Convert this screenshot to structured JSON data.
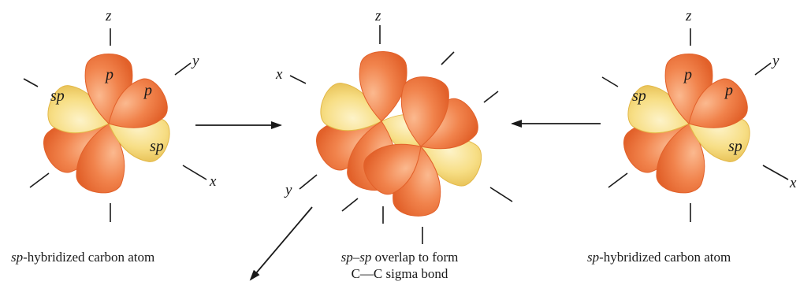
{
  "colors": {
    "p_orbital": "#ef7a43",
    "p_orbital_edge": "#e2612a",
    "p_orbital_light": "#fbb98f",
    "sp_orbital": "#f6db7e",
    "sp_orbital_edge": "#e3b847",
    "sp_orbital_light": "#fdf3c9",
    "axis": "#1a1a1a",
    "background": "#ffffff"
  },
  "atom_left": {
    "labels": {
      "p_upper": "p",
      "p_right": "p",
      "sp_left": "sp",
      "sp_right": "sp"
    },
    "axes": {
      "z": "z",
      "y": "y",
      "x": "x"
    }
  },
  "overlap": {
    "axes": {
      "z": "z",
      "x": "x",
      "y": "y"
    }
  },
  "atom_right": {
    "labels": {
      "p_upper": "p",
      "p_right": "p",
      "sp_left": "sp",
      "sp_right": "sp"
    },
    "axes": {
      "z": "z",
      "y": "y",
      "x": "x"
    }
  },
  "captions": {
    "left_prefix": "sp",
    "left_suffix": "-hybridized carbon atom",
    "middle_line1_prefix": "sp–sp",
    "middle_line1_suffix": " overlap to form",
    "middle_line2": "C—C sigma bond",
    "right_prefix": "sp",
    "right_suffix": "-hybridized carbon atom"
  },
  "arrows": [
    "left-to-middle-arrow",
    "right-to-middle-arrow",
    "bond-pointer-arrow"
  ]
}
